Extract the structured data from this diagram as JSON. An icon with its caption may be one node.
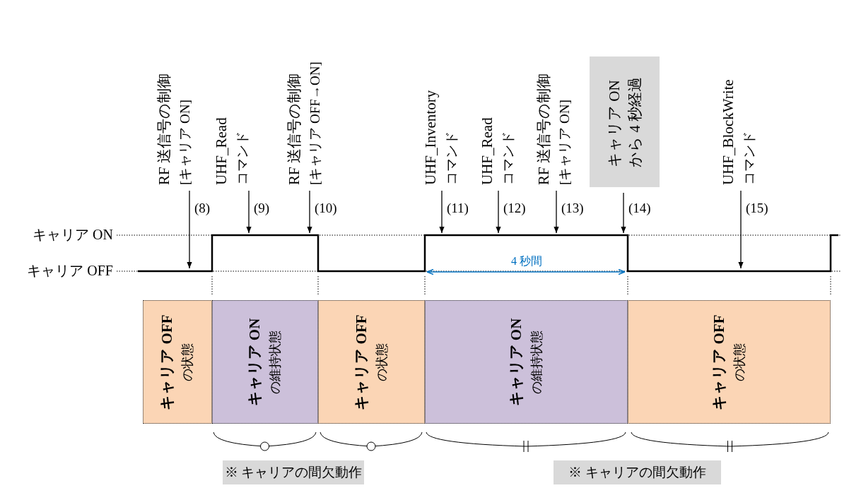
{
  "diagram": {
    "nodes": [
      {
        "text": [
          "RF 送信号の制御",
          "[キャリア ON]"
        ],
        "beside": [
          "(8)"
        ]
      },
      {
        "text": [
          "UHF_Read",
          "コマンド"
        ],
        "beside": [
          "(9)"
        ]
      },
      {
        "text": [
          "RF 送信号の制御",
          "[キャリア OFF→ON]"
        ],
        "beside": [
          "(10)"
        ]
      },
      {
        "text": [
          "UHF_Inventory",
          "コマンド"
        ],
        "beside": [
          "(11)"
        ]
      },
      {
        "text": [
          "UHF_Read",
          "コマンド"
        ],
        "beside": [
          "(12)"
        ]
      },
      {
        "text": [
          "RF 送信号の制御",
          "[キャリア ON]"
        ],
        "beside": [
          "(13)"
        ]
      },
      {
        "text": [
          "キャリア ON",
          "から 4 秒経過"
        ],
        "beside": [
          "(14)"
        ]
      },
      {
        "text": [
          "UHF_BlockWrite",
          "コマンド"
        ],
        "beside": [
          "(15)"
        ]
      },
      {
        "text": [
          "キャリア OFF",
          "の状態"
        ]
      },
      {
        "text": [
          "キャリア ON",
          "の維持状態"
        ]
      },
      {
        "text": [
          "キャリア OFF",
          "の状態"
        ]
      },
      {
        "text": [
          "キャリア ON",
          "の維持状態"
        ]
      },
      {
        "text": [
          "キャリア OFF",
          "の状態"
        ]
      },
      {
        "text": [
          "※ キャリアの間欠動作"
        ]
      },
      {
        "text": [
          "※ キャリアの間欠動作"
        ]
      },
      {
        "text": [],
        "shape": "line"
      }
    ],
    "edges": [
      {
        "from": 0,
        "to": 15,
        "arrow": "to"
      },
      {
        "from": 1,
        "to": 15,
        "arrow": "to"
      },
      {
        "from": 2,
        "to": 15,
        "arrow": "to"
      },
      {
        "from": 3,
        "to": 15,
        "arrow": "to"
      },
      {
        "from": 4,
        "to": 15,
        "arrow": "to"
      },
      {
        "from": 5,
        "to": 15,
        "arrow": "to"
      },
      {
        "from": 6,
        "to": 15,
        "arrow": "to"
      },
      {
        "from": 7,
        "to": 15,
        "arrow": "to"
      }
    ],
    "labels": [
      "キャリア ON",
      "キャリア OFF",
      "4 秒間"
    ]
  }
}
